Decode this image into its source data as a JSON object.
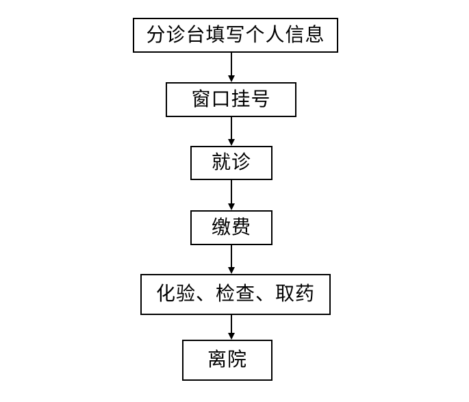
{
  "diagram": {
    "type": "flowchart",
    "direction": "top-down",
    "steps": [
      {
        "label": "分诊台填写个人信息"
      },
      {
        "label": "窗口挂号"
      },
      {
        "label": "就诊"
      },
      {
        "label": "缴费"
      },
      {
        "label": "化验、检查、取药"
      },
      {
        "label": "离院"
      }
    ],
    "connections": [
      {
        "from": 0,
        "to": 1
      },
      {
        "from": 1,
        "to": 2
      },
      {
        "from": 2,
        "to": 3
      },
      {
        "from": 3,
        "to": 4
      },
      {
        "from": 4,
        "to": 5
      }
    ],
    "colors": {
      "background": "#ffffff",
      "box_fill": "#ffffff",
      "box_border": "#000000",
      "text": "#000000",
      "arrow": "#000000"
    }
  }
}
